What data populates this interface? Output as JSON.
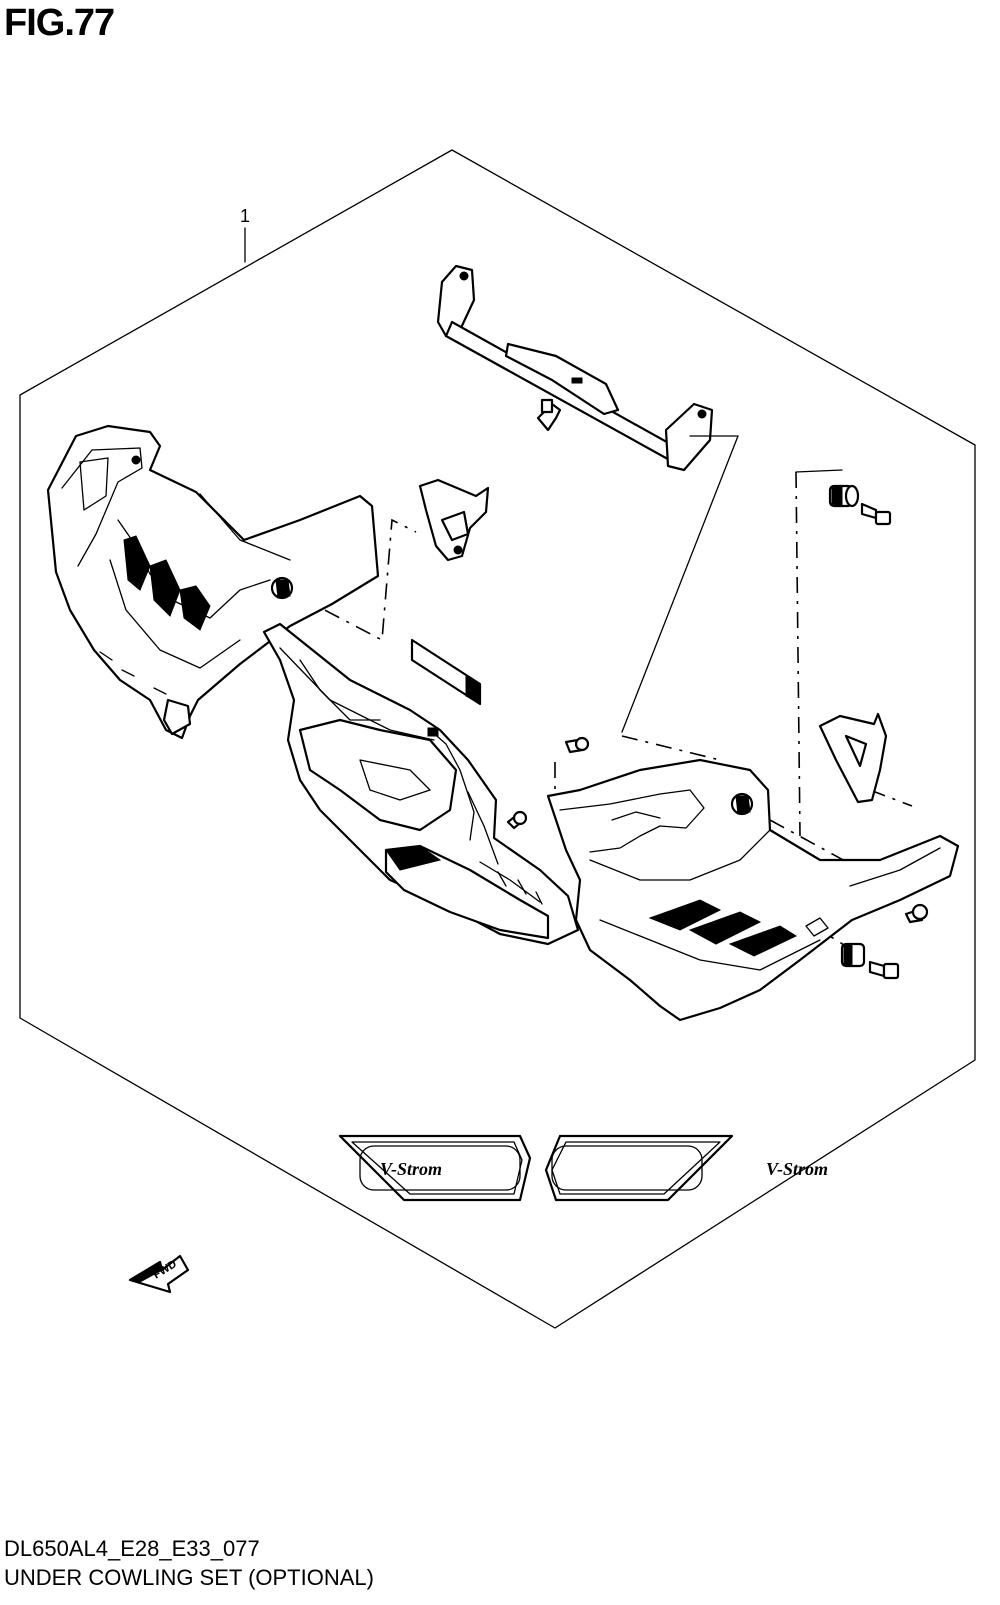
{
  "figure": {
    "title": "FIG.77",
    "callout_number": "1",
    "diagram_code": "DL650AL4_E28_E33_077",
    "diagram_name": "UNDER COWLING SET (OPTIONAL)",
    "direction_arrow_label": "FWD",
    "emblem_text": "V-Strom"
  },
  "parts_shown": [
    "stay-rod-icon",
    "mounting-bracket-icon",
    "left-under-cowling-icon",
    "center-under-cowling-icon",
    "right-under-cowling-icon",
    "cushion-icon",
    "bolt-icon",
    "screw-icon",
    "tape-pad-icon",
    "emblem-icon"
  ]
}
